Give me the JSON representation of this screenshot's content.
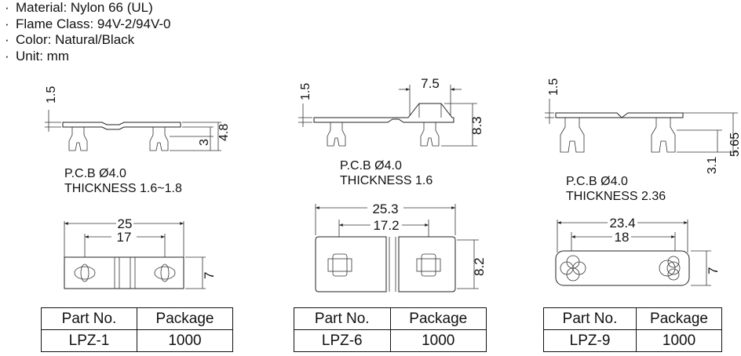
{
  "specs": [
    "Material: Nylon 66 (UL)",
    "Flame Class: 94V-2/94V-0",
    "Color: Natural/Black",
    "Unit: mm"
  ],
  "table_headers": {
    "part_no": "Part No.",
    "package": "Package"
  },
  "parts": [
    {
      "part_no": "LPZ-1",
      "package": "1000",
      "pcb_label": "P.C.B  Ø4.0",
      "thickness_label": "THICKNESS  1.6~1.8",
      "dims": {
        "top_thickness": "1.5",
        "clip_a": "3",
        "clip_b": "4.8",
        "overall_length": "25",
        "hole_pitch": "17",
        "width": "7"
      }
    },
    {
      "part_no": "LPZ-6",
      "package": "1000",
      "pcb_label": "P.C.B  Ø4.0",
      "thickness_label": "THICKNESS  1.6",
      "dims": {
        "top_thickness": "1.5",
        "raised_width": "7.5",
        "height": "8.3",
        "overall_length": "25.3",
        "hole_pitch": "17.2",
        "width": "8.2"
      }
    },
    {
      "part_no": "LPZ-9",
      "package": "1000",
      "pcb_label": "P.C.B  Ø4.0",
      "thickness_label": "THICKNESS  2.36",
      "dims": {
        "top_thickness": "1.5",
        "clip_a": "3.1",
        "clip_b": "5.65",
        "overall_length": "23.4",
        "hole_pitch": "18",
        "width": "7"
      }
    }
  ]
}
